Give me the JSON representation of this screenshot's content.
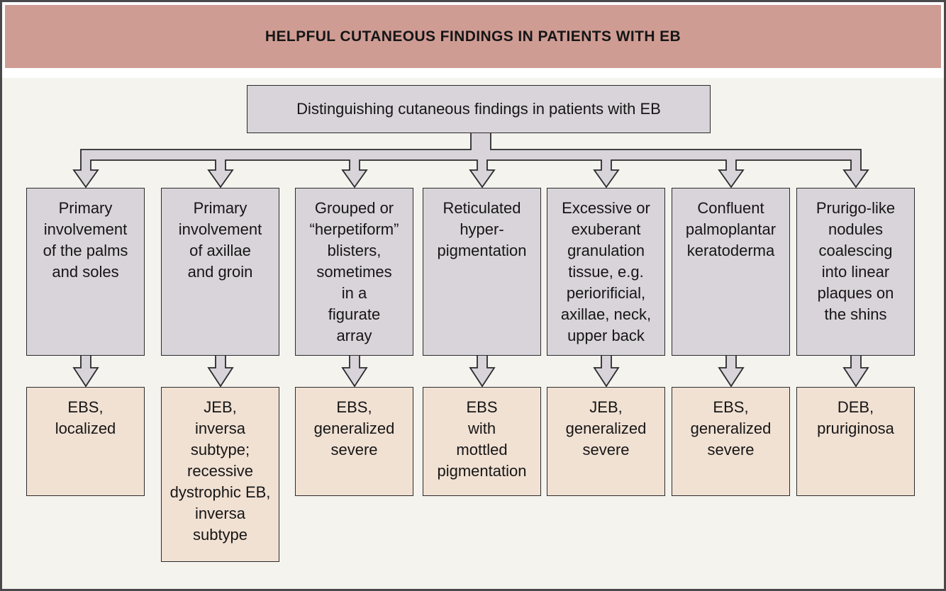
{
  "header": {
    "title": "HELPFUL CUTANEOUS FINDINGS IN PATIENTS WITH EB"
  },
  "root": {
    "label": "Distinguishing cutaneous findings in patients with EB"
  },
  "columns": [
    {
      "finding": [
        "Primary",
        "involvement",
        "of the palms",
        "and soles"
      ],
      "diagnosis": [
        "EBS,",
        "localized"
      ]
    },
    {
      "finding": [
        "Primary",
        "involvement",
        "of axillae",
        "and groin"
      ],
      "diagnosis": [
        "JEB,",
        "inversa",
        "subtype;",
        "recessive",
        "dystrophic EB,",
        "inversa",
        "subtype"
      ]
    },
    {
      "finding": [
        "Grouped or",
        "“herpetiform”",
        "blisters,",
        "sometimes",
        "in a",
        "figurate",
        "array"
      ],
      "diagnosis": [
        "EBS,",
        "generalized",
        "severe"
      ]
    },
    {
      "finding": [
        "Reticulated",
        "hyper-",
        "pigmentation"
      ],
      "diagnosis": [
        "EBS",
        "with",
        "mottled",
        "pigmentation"
      ]
    },
    {
      "finding": [
        "Excessive or",
        "exuberant",
        "granulation",
        "tissue, e.g.",
        "periorificial,",
        "axillae, neck,",
        "upper back"
      ],
      "diagnosis": [
        "JEB,",
        "generalized",
        "severe"
      ]
    },
    {
      "finding": [
        "Confluent",
        "palmoplantar",
        "keratoderma"
      ],
      "diagnosis": [
        "EBS,",
        "generalized",
        "severe"
      ]
    },
    {
      "finding": [
        "Prurigo-like",
        "nodules",
        "coalescing",
        "into linear",
        "plaques on",
        "the shins"
      ],
      "diagnosis": [
        "DEB,",
        "pruriginosa"
      ]
    }
  ],
  "colors": {
    "header_bg": "#cf9c94",
    "finding_fill": "#d9d3da",
    "diagnosis_fill": "#f1e1d3",
    "canvas_bg": "#f5f3ee",
    "box_border": "#2b2b2c",
    "frame_border": "#49494b",
    "text": "#161616"
  }
}
